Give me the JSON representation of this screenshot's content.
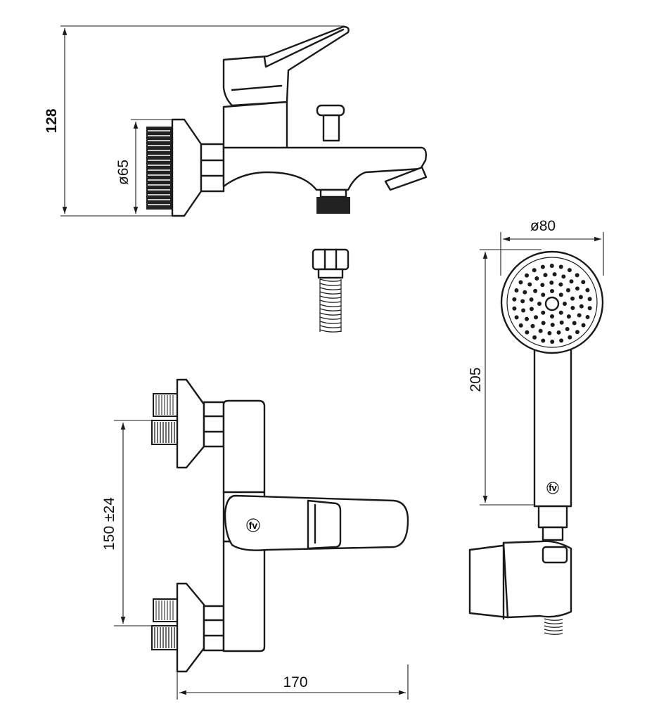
{
  "dimensions": {
    "height_side": "128",
    "flange_diameter": "ø65",
    "shower_diameter": "ø80",
    "shower_length": "205",
    "inlet_spacing": "150 ±24",
    "width_front": "170"
  },
  "logo": {
    "text": "fv"
  },
  "colors": {
    "line": "#1a1a1a",
    "background": "#ffffff"
  }
}
